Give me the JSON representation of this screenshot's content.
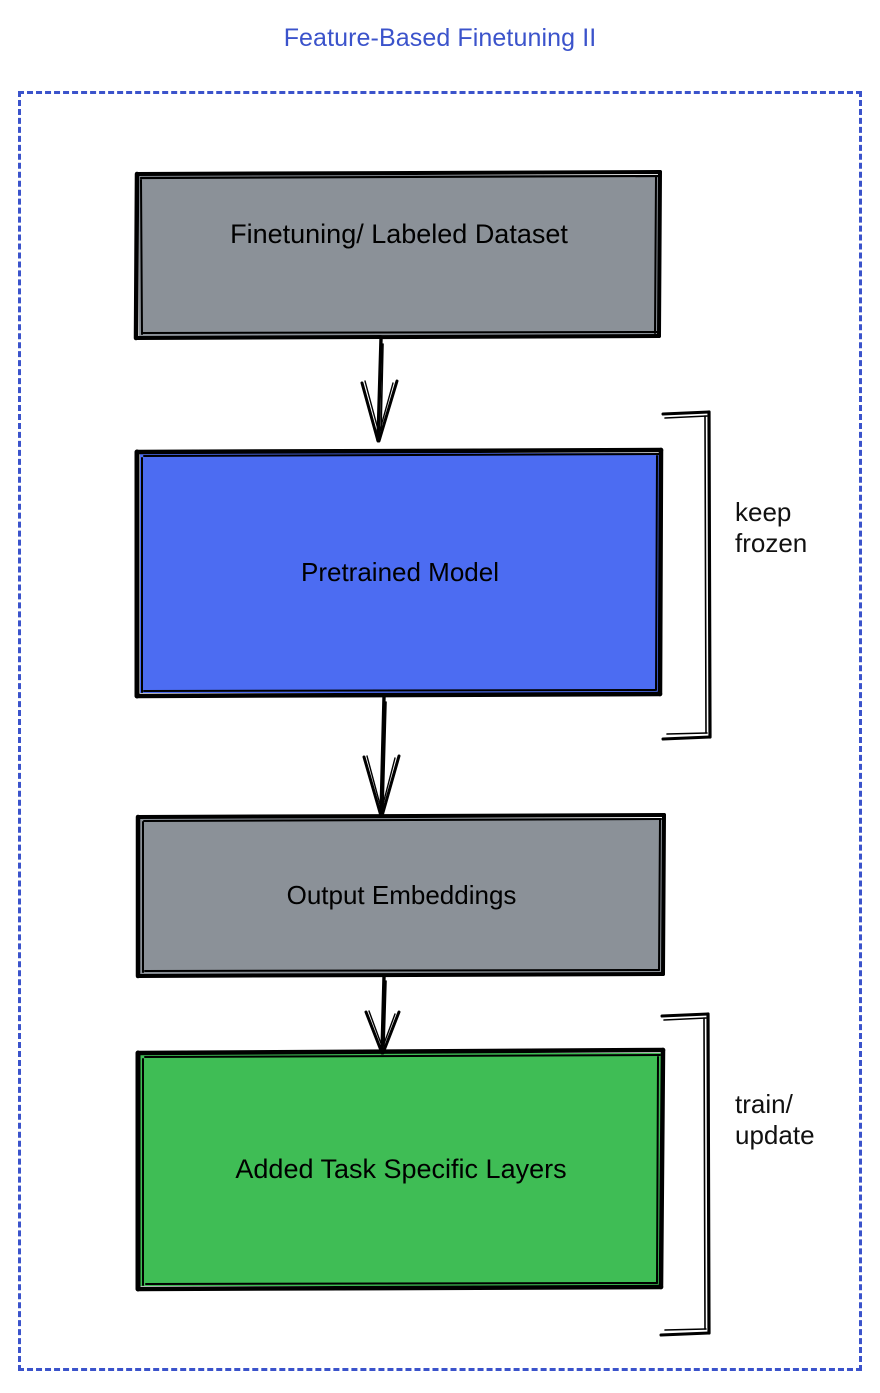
{
  "title": "Feature-Based Finetuning II",
  "colors": {
    "title_blue": "#3b53cb",
    "frame_dashed_blue": "#3b53cb",
    "gray_node": "#8b9198",
    "blue_node": "#4c6cf2",
    "green_node": "#3fbd55",
    "stroke_black": "#000000"
  },
  "frame": {
    "style": "dashed",
    "color": "#3b53cb"
  },
  "nodes": [
    {
      "id": "dataset",
      "label": "Finetuning/ Labeled Dataset",
      "fill": "#8b9198",
      "shape": "sketchy-rectangle"
    },
    {
      "id": "pretrained",
      "label": "Pretrained Model",
      "fill": "#4c6cf2",
      "shape": "sketchy-rectangle"
    },
    {
      "id": "embeddings",
      "label": "Output Embeddings",
      "fill": "#8b9198",
      "shape": "sketchy-rectangle"
    },
    {
      "id": "layers",
      "label": "Added Task Specific Layers",
      "fill": "#3fbd55",
      "shape": "sketchy-rectangle"
    }
  ],
  "edges": [
    {
      "id": "dataset-to-pretrained",
      "from": "dataset",
      "to": "pretrained",
      "arrow": "open-v"
    },
    {
      "id": "pretrained-to-embeddings",
      "from": "pretrained",
      "to": "embeddings",
      "arrow": "open-v"
    },
    {
      "id": "embeddings-to-layers",
      "from": "embeddings",
      "to": "layers",
      "arrow": "open-v"
    }
  ],
  "annotations": [
    {
      "id": "keep-frozen",
      "text": "keep\nfrozen",
      "bracket_for": "pretrained"
    },
    {
      "id": "train-update",
      "text": "train/\nupdate",
      "bracket_for": "layers"
    }
  ]
}
